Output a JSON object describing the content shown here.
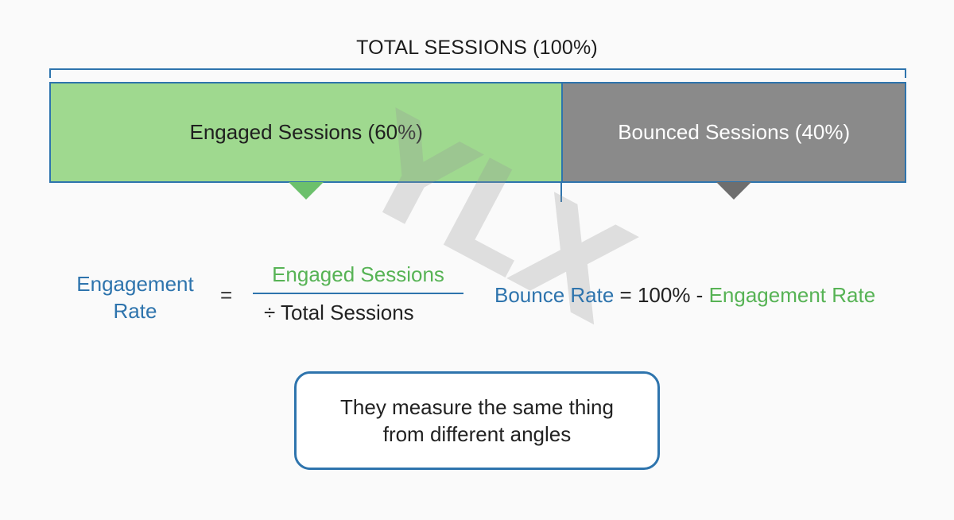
{
  "total": {
    "label": "TOTAL SESSIONS (100%)"
  },
  "segments": {
    "engaged": {
      "label": "Engaged Sessions (60%)",
      "share": 0.6,
      "color": "#9fd98f"
    },
    "bounced": {
      "label": "Bounced Sessions (40%)",
      "share": 0.4,
      "color": "#8a8a8a"
    }
  },
  "engagement_formula": {
    "label_line1": "Engagement",
    "label_line2": "Rate",
    "equals": "=",
    "numerator": "Engaged Sessions",
    "denominator": "÷ Total Sessions"
  },
  "bounce_formula": {
    "lhs": "Bounce Rate",
    "middle": " = 100% - ",
    "rhs": "Engagement Rate"
  },
  "note": {
    "line1": "They measure the same thing",
    "line2": "from different angles"
  },
  "watermark": "YLX",
  "colors": {
    "accent_blue": "#2e74ad",
    "engaged_green": "#9fd98f",
    "text_green": "#57b355",
    "bounced_gray": "#8a8a8a"
  }
}
